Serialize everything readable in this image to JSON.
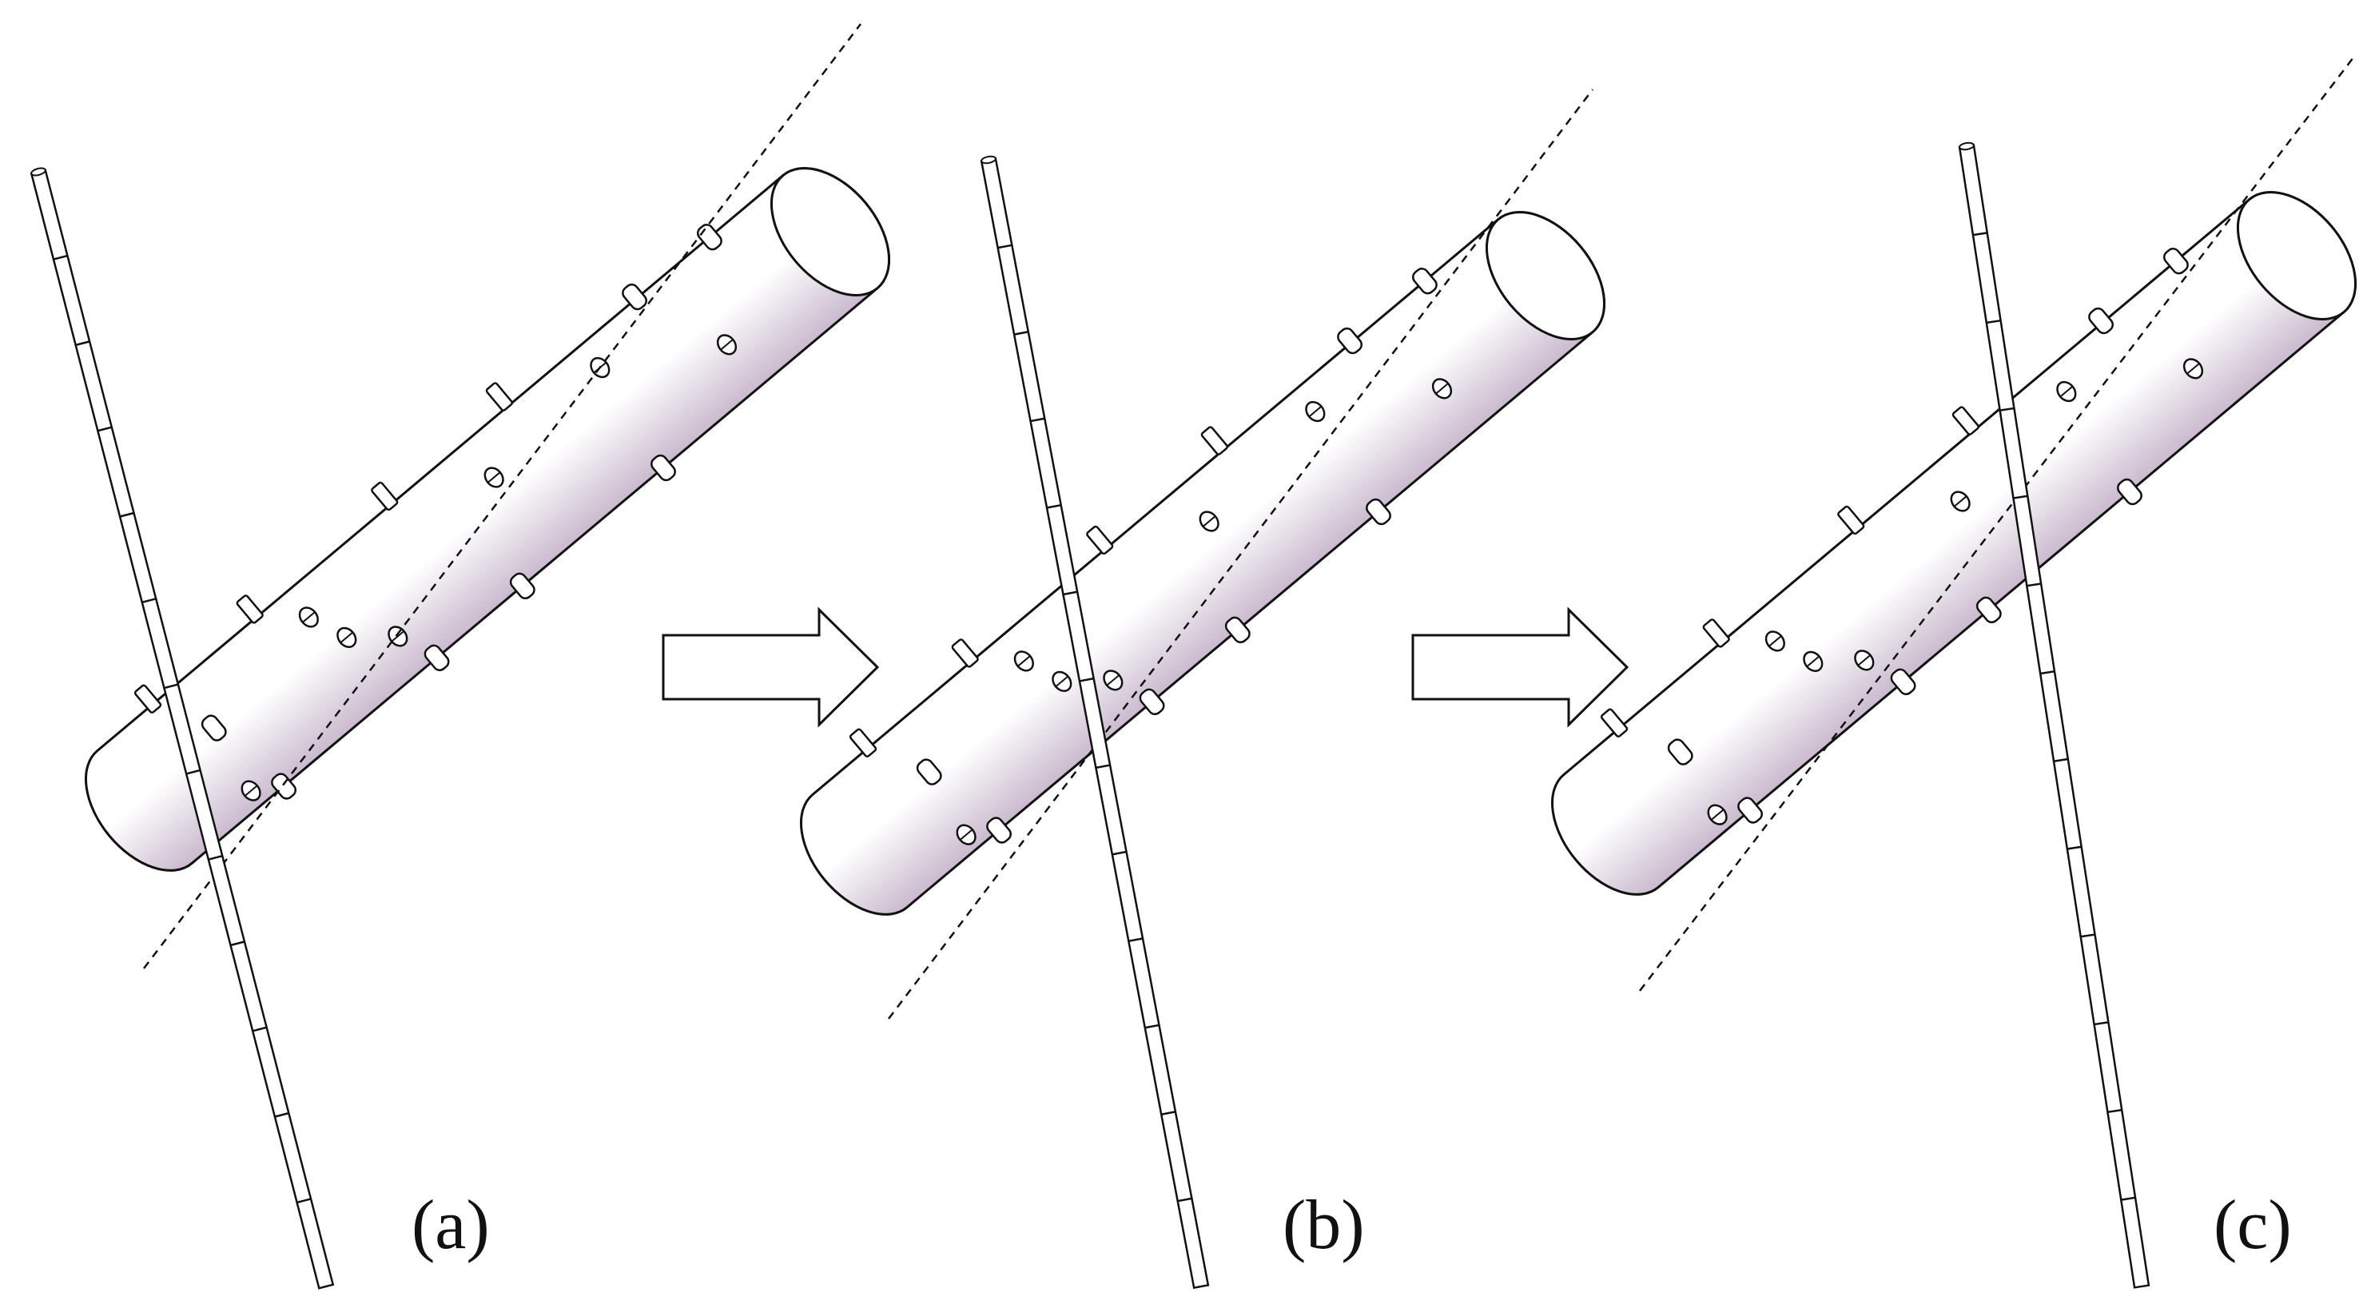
{
  "figure": {
    "panels": [
      {
        "id": "a",
        "label": "(a)",
        "stage": 0
      },
      {
        "id": "b",
        "label": "(b)",
        "stage": 1
      },
      {
        "id": "c",
        "label": "(c)",
        "stage": 2
      }
    ],
    "arrows": [
      {
        "from": "a",
        "to": "b"
      },
      {
        "from": "b",
        "to": "c"
      }
    ],
    "colors": {
      "stroke": "#111111",
      "cylinder_light": "#ffffff",
      "cylinder_shade": "#c8b8cc",
      "background": "#ffffff"
    }
  }
}
